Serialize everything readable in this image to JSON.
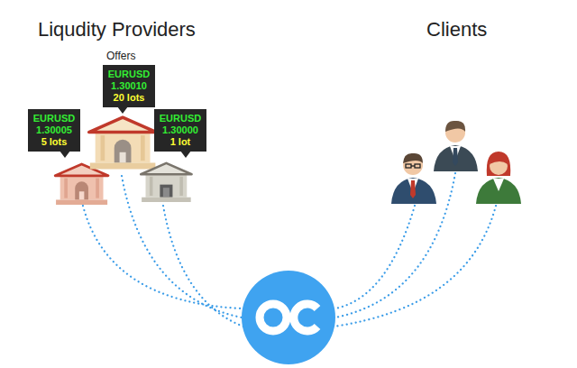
{
  "diagram": {
    "nodes": [
      {
        "text": [
          "EURUSD",
          "1.30005",
          "5 lots"
        ]
      },
      {
        "text": [
          "EURUSD",
          "1.30010",
          "20 lots"
        ]
      },
      {
        "text": [
          "EURUSD",
          "1.30000",
          "1 lot"
        ]
      }
    ],
    "labels": [
      "Liqudity Providers",
      "Clients",
      "Offers"
    ]
  }
}
